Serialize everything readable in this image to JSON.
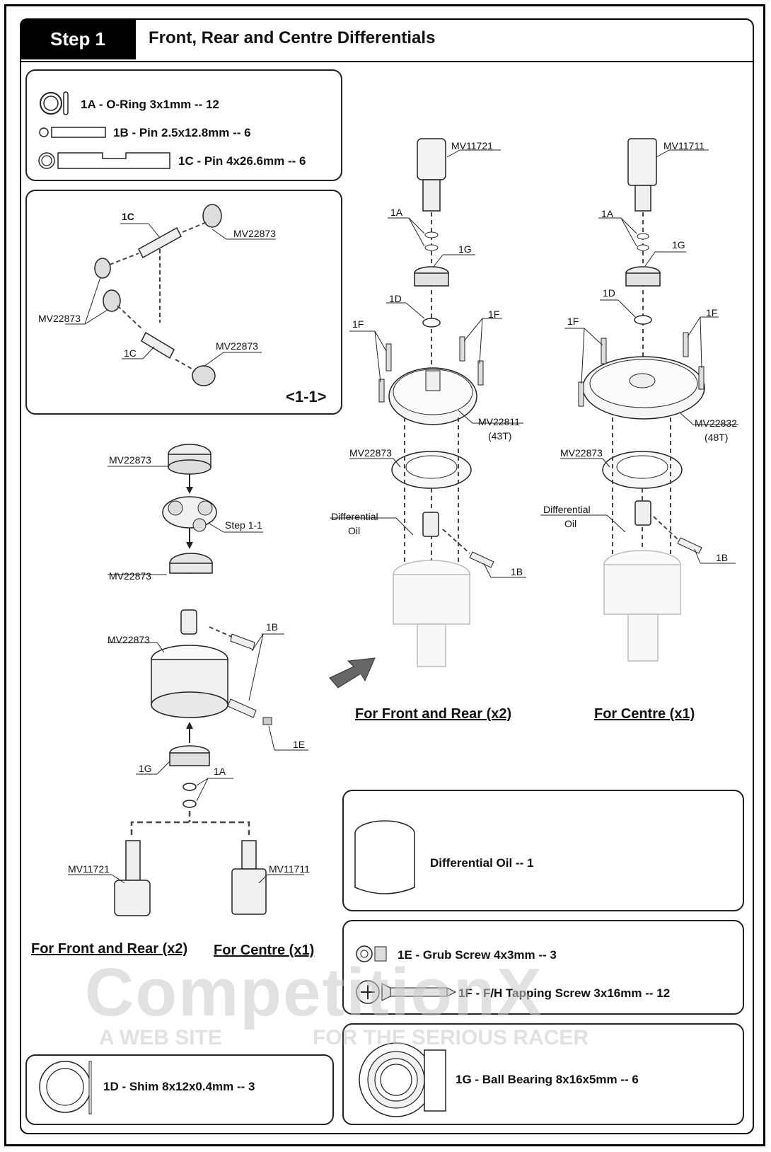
{
  "header": {
    "step": "Step 1",
    "title": "Front,  Rear and Centre Differentials"
  },
  "parts_top": [
    {
      "label": "1A - O-Ring 3x1mm -- 12"
    },
    {
      "label": "1B - Pin 2.5x12.8mm -- 6"
    },
    {
      "label": "1C - Pin 4x26.6mm -- 6"
    }
  ],
  "sub_step": {
    "label": "<1-1>",
    "callouts": [
      "1C",
      "MV22873",
      "MV22873",
      "1C",
      "MV22873"
    ]
  },
  "left_assembly": {
    "callouts": [
      "MV22873",
      "Step 1-1",
      "MV22873",
      "MV22873",
      "1B",
      "1E",
      "1G",
      "1A",
      "MV11721",
      "MV11711"
    ],
    "heading_front": "For Front and Rear (x2)",
    "heading_centre": "For Centre (x1)"
  },
  "front_assembly": {
    "callouts": [
      "MV11721",
      "1A",
      "1G",
      "1D",
      "1F",
      "1F",
      "MV22811",
      "(43T)",
      "MV22873",
      "Differential",
      "Oil",
      "1B"
    ],
    "heading": "For Front and Rear (x2)"
  },
  "centre_assembly": {
    "callouts": [
      "MV11711",
      "1A",
      "1G",
      "1D",
      "1F",
      "1F",
      "MV22832",
      "(48T)",
      "MV22873",
      "Differential",
      "Oil",
      "1B"
    ],
    "heading": "For Centre (x1)"
  },
  "parts_bottom": {
    "oil": "Differential Oil -- 1",
    "grub": "1E - Grub Screw 4x3mm -- 3",
    "screw": "1F - F/H Tapping Screw 3x16mm -- 12",
    "shim": "1D - Shim 8x12x0.4mm -- 3",
    "bearing": "1G - Ball Bearing 8x16x5mm -- 6"
  },
  "watermark": {
    "logo": "CompetitionX",
    "left": "A WEB SITE",
    "right": "FOR THE SERIOUS RACER"
  }
}
